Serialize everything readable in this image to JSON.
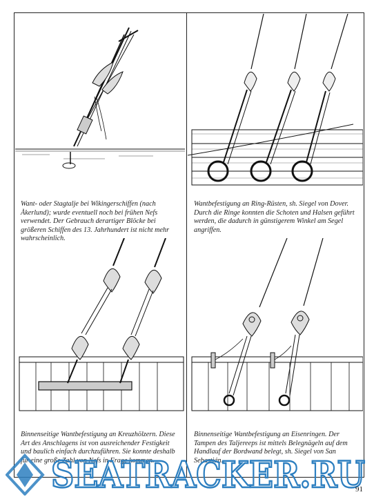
{
  "captions": {
    "top_left": "Want- oder Stagtalje bei Wikingerschiffen (nach Åkerlund); wurde eventuell noch bei frühen Nefs verwendet. Der Gebrauch derartiger Blöcke bei größeren Schiffen des 13. Jahrhundert ist nicht mehr wahrscheinlich.",
    "top_right": "Wantbefestigung an Ring-Rüsten, sh. Siegel von Dover. Durch die Ringe konnten die Schoten und Halsen geführt werden, die dadurch in günstigerem Winkel am Segel angriffen.",
    "bottom_left": "Binnenseitige Wantbefestigung an Kreuzhölzern. Diese Art des Anschlagens ist von ausreichender Festigkeit und baulich einfach durchzuführen. Sie konnte deshalb für eine große Zahl von Nefs in Frage kommen.",
    "bottom_right": "Binnenseitige Wantbefestigung an Eisenringen. Der Tampen des Taljereeps ist mittels Belegnägeln auf dem Handlauf der Bordwand belegt, sh. Siegel von San Sebastián."
  },
  "page_number": "91",
  "watermark": {
    "text": "SEATRACKER.RU",
    "color": "#2d7fc0"
  }
}
